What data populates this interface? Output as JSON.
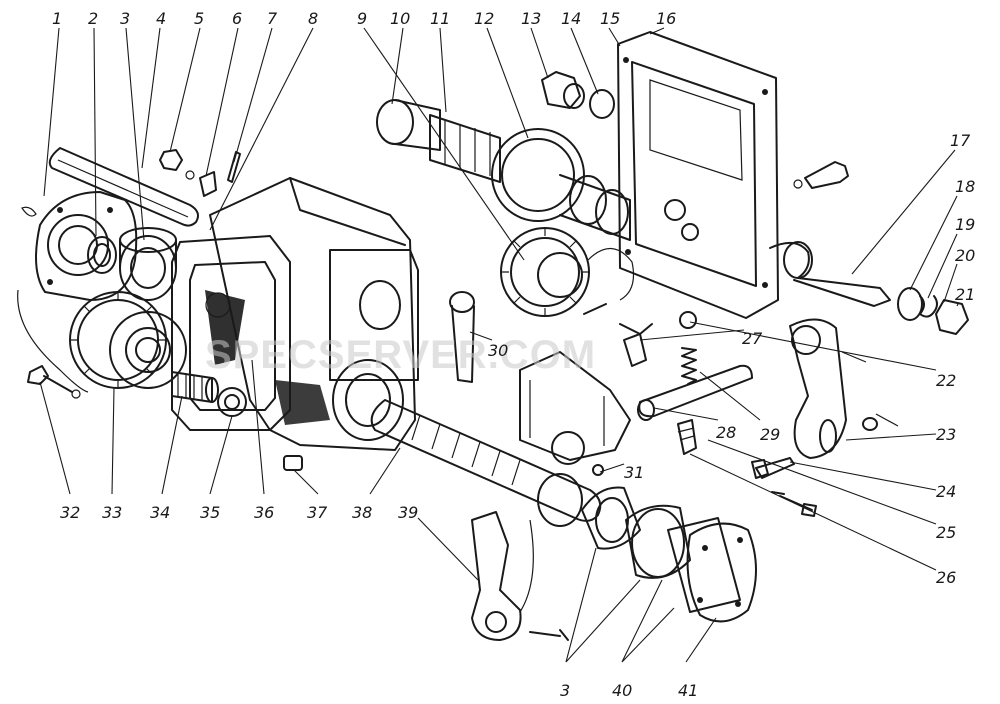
{
  "figure": {
    "watermark": "SPECSERVER.COM",
    "callouts": [
      "1",
      "2",
      "3",
      "4",
      "5",
      "6",
      "7",
      "8",
      "9",
      "10",
      "11",
      "12",
      "13",
      "14",
      "15",
      "16",
      "17",
      "18",
      "19",
      "20",
      "21",
      "22",
      "23",
      "24",
      "25",
      "26",
      "27",
      "28",
      "29",
      "30",
      "31",
      "32",
      "33",
      "34",
      "35",
      "36",
      "37",
      "38",
      "39",
      "3",
      "40",
      "41"
    ]
  }
}
